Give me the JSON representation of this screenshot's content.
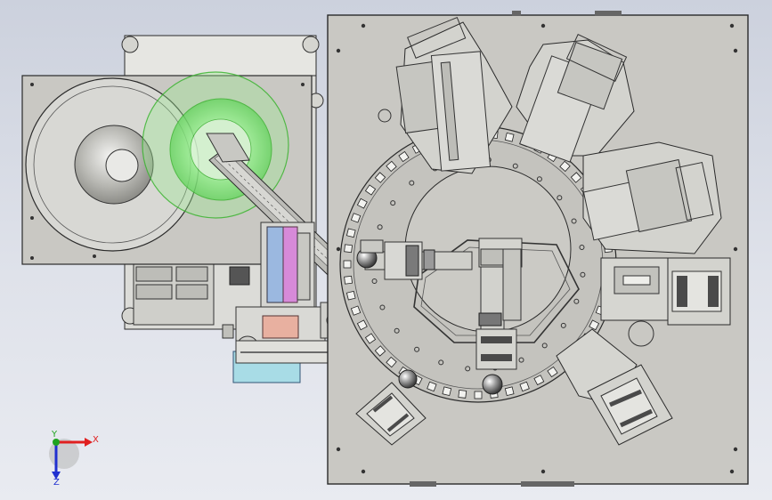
{
  "viewport": {
    "background_top": "#ccd1dd",
    "background_bottom": "#e9ebf1"
  },
  "coordinate_triad": {
    "x_label": "X",
    "y_label": "Y",
    "z_label": "Z",
    "x_color": "#e02020",
    "y_color": "#1fa31f",
    "z_color": "#2030d0"
  },
  "colors": {
    "plate_fill": "#c9c8c3",
    "plate_stroke": "#2a2a2a",
    "machined_fill": "#b5b4ae",
    "highlight_green": "#7fe07a",
    "part_blue": "#9bb8e0",
    "part_magenta": "#d78ad9",
    "part_cyan": "#a8dce6",
    "steel_dark": "#4a4a4a"
  }
}
